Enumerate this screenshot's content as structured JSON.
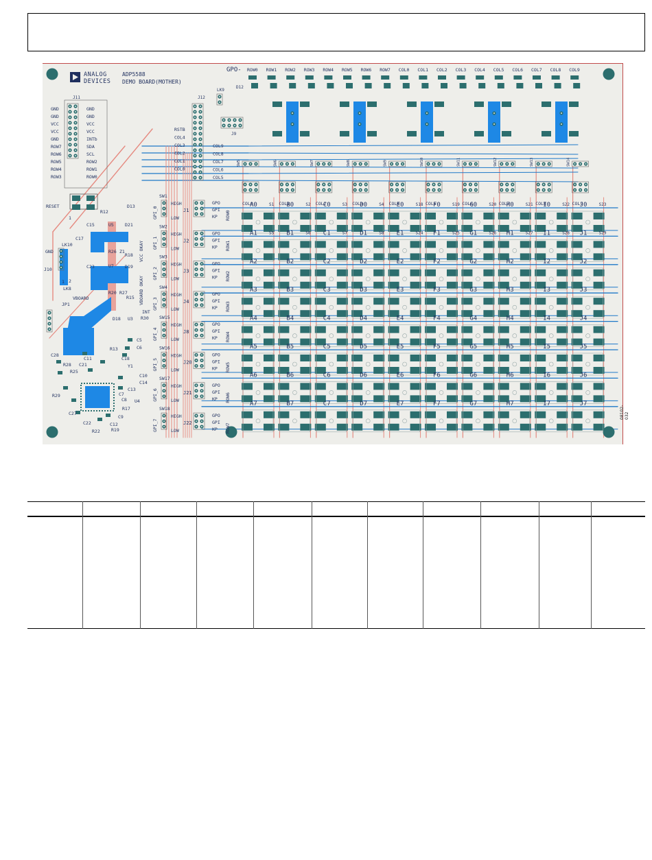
{
  "header": {
    "text": ""
  },
  "figure": {
    "logo_lines": [
      "ANALOG",
      "DEVICES"
    ],
    "board_title": "ADP5588",
    "board_subtitle": "DEMO BOARD(MOTHER)",
    "gpo_label": "GPO-",
    "top_rows": [
      "ROW0",
      "ROW1",
      "ROW2",
      "ROW3",
      "ROW4",
      "ROW5",
      "ROW6",
      "ROW7"
    ],
    "top_cols": [
      "COL0",
      "COL1",
      "COL2",
      "COL3",
      "COL4",
      "COL5",
      "COL6",
      "COL7",
      "COL8",
      "COL9"
    ],
    "connectors": {
      "j11": "J11",
      "j12": "J12",
      "lk9": "LK9",
      "d12": "D12",
      "j9": "J9"
    },
    "j11_pins_left": [
      "GND",
      "GND",
      "VCC",
      "VCC",
      "GND",
      "ROW7",
      "ROW6",
      "ROW5",
      "ROW4",
      "ROW3"
    ],
    "j11_pins_right": [
      "GND",
      "GND",
      "VCC",
      "VCC",
      "INTb",
      "SDA",
      "SCL",
      "ROW2",
      "ROW1",
      "ROW0"
    ],
    "j12_labels": [
      "RSTB",
      "COL4",
      "COL3",
      "COL2",
      "COL1",
      "COL0"
    ],
    "j12_right_labels": [
      "COL9",
      "COL8",
      "COL7",
      "COL6",
      "COL5"
    ],
    "left_labels": {
      "reset": "RESET",
      "r12": "R12",
      "d13": "D13",
      "c15": "C15",
      "u5": "U5",
      "d21": "D21",
      "c17": "C17",
      "lk10": "LK10",
      "gnd": "GND",
      "r18": "R18",
      "r26": "R26",
      "z1": "Z1",
      "j10": "J10",
      "c23": "C23",
      "u7": "U7",
      "d19": "D19",
      "lk8": "LK8",
      "r15": "R15",
      "vboard": "VBOARD",
      "r27": "R27",
      "r20": "R20",
      "vcc_okay": "VCC OKAY",
      "vboard_okay": "VBOARD OKAY",
      "jp1": "JP1",
      "int": "INT",
      "d18": "D18",
      "u3": "U3",
      "r30": "R30",
      "c5": "C5",
      "c6": "C6",
      "r13": "R13",
      "c28": "C28",
      "c11": "C11",
      "c18": "C18",
      "r28": "R28",
      "c21": "C21",
      "r25": "R25",
      "y1": "Y1",
      "c10": "C10",
      "c14": "C14",
      "c13": "C13",
      "c7": "C7",
      "c8": "C8",
      "r29": "R29",
      "u4": "U4",
      "r17": "R17",
      "c27": "C27",
      "c22": "C22",
      "c9": "C9",
      "c12": "C12",
      "r22": "R22",
      "r19": "R19",
      "one_a": "1",
      "one_b": "1",
      "two": "2"
    },
    "gpi_blocks": [
      {
        "sw": "SW1",
        "gpi": "GPI_0",
        "j": "J1",
        "row": "ROW0"
      },
      {
        "sw": "SW2",
        "gpi": "GPI_1",
        "j": "J2",
        "row": "ROW1"
      },
      {
        "sw": "SW3",
        "gpi": "GPI_2",
        "j": "J3",
        "row": "ROW2"
      },
      {
        "sw": "SW4",
        "gpi": "GPI_3",
        "j": "J4",
        "row": "ROW3"
      },
      {
        "sw": "SW15",
        "gpi": "GPI_4",
        "j": "J8",
        "row": "ROW4"
      },
      {
        "sw": "SW16",
        "gpi": "GPI_5",
        "j": "J20",
        "row": "ROW5"
      },
      {
        "sw": "SW17",
        "gpi": "GPI_6",
        "j": "J21",
        "row": "ROW6"
      },
      {
        "sw": "SW18",
        "gpi": "GPI_7",
        "j": "J22",
        "row": "ROW7"
      }
    ],
    "gpi_pin_labels": {
      "high": "HIGH",
      "low": "LOW",
      "gpo": "GPO",
      "gpi": "GPI",
      "kp": "KP"
    },
    "col_switch_labels": [
      "SW5",
      "SW6",
      "SW7",
      "SW8",
      "SW9",
      "SW10",
      "SW11",
      "SW12",
      "SW13",
      "SW14"
    ],
    "col_header_labels": [
      "COL0",
      "COL1",
      "COL2",
      "COL3",
      "COL4",
      "COL5",
      "COL6",
      "COL7",
      "COL8",
      "COL9"
    ],
    "key_rows": [
      [
        "A0",
        "B0",
        "C0",
        "D0",
        "E0",
        "F0",
        "G0",
        "H0",
        "I0",
        "J0"
      ],
      [
        "A1",
        "B1",
        "C1",
        "D1",
        "E1",
        "F1",
        "G1",
        "H1",
        "I1",
        "J1"
      ],
      [
        "A2",
        "B2",
        "C2",
        "D2",
        "E2",
        "F2",
        "G2",
        "H2",
        "I2",
        "J2"
      ],
      [
        "A3",
        "B3",
        "C3",
        "D3",
        "E3",
        "F3",
        "G3",
        "H3",
        "I3",
        "J3"
      ],
      [
        "A4",
        "B4",
        "C4",
        "D4",
        "E4",
        "F4",
        "G4",
        "H4",
        "I4",
        "J4"
      ],
      [
        "A5",
        "B5",
        "C5",
        "D5",
        "E5",
        "F5",
        "G5",
        "H5",
        "I5",
        "J5"
      ],
      [
        "A6",
        "B6",
        "C6",
        "D6",
        "E6",
        "F6",
        "G6",
        "H6",
        "I6",
        "J6"
      ],
      [
        "A7",
        "B7",
        "C7",
        "D7",
        "E7",
        "F7",
        "G7",
        "H7",
        "I7",
        "J7"
      ]
    ],
    "row0_switch_labels": [
      "S1",
      "S2",
      "S3",
      "S4",
      "S18",
      "S19",
      "S20",
      "S21",
      "S22",
      "S23"
    ],
    "row1_switch_labels": [
      "S5",
      "S6",
      "S7",
      "S8",
      "S24",
      "S25",
      "S26",
      "S27",
      "S28",
      "S29"
    ],
    "figure_code": "08102-032"
  },
  "table": {
    "header": [],
    "rows": []
  },
  "colors": {
    "board": "#eeeeea",
    "trace_blue": "#1d78c8",
    "trace_red": "#e58a80",
    "pad": "#2c6e6e",
    "silk": "#1f2f5e",
    "cu": "#1e88e5"
  }
}
